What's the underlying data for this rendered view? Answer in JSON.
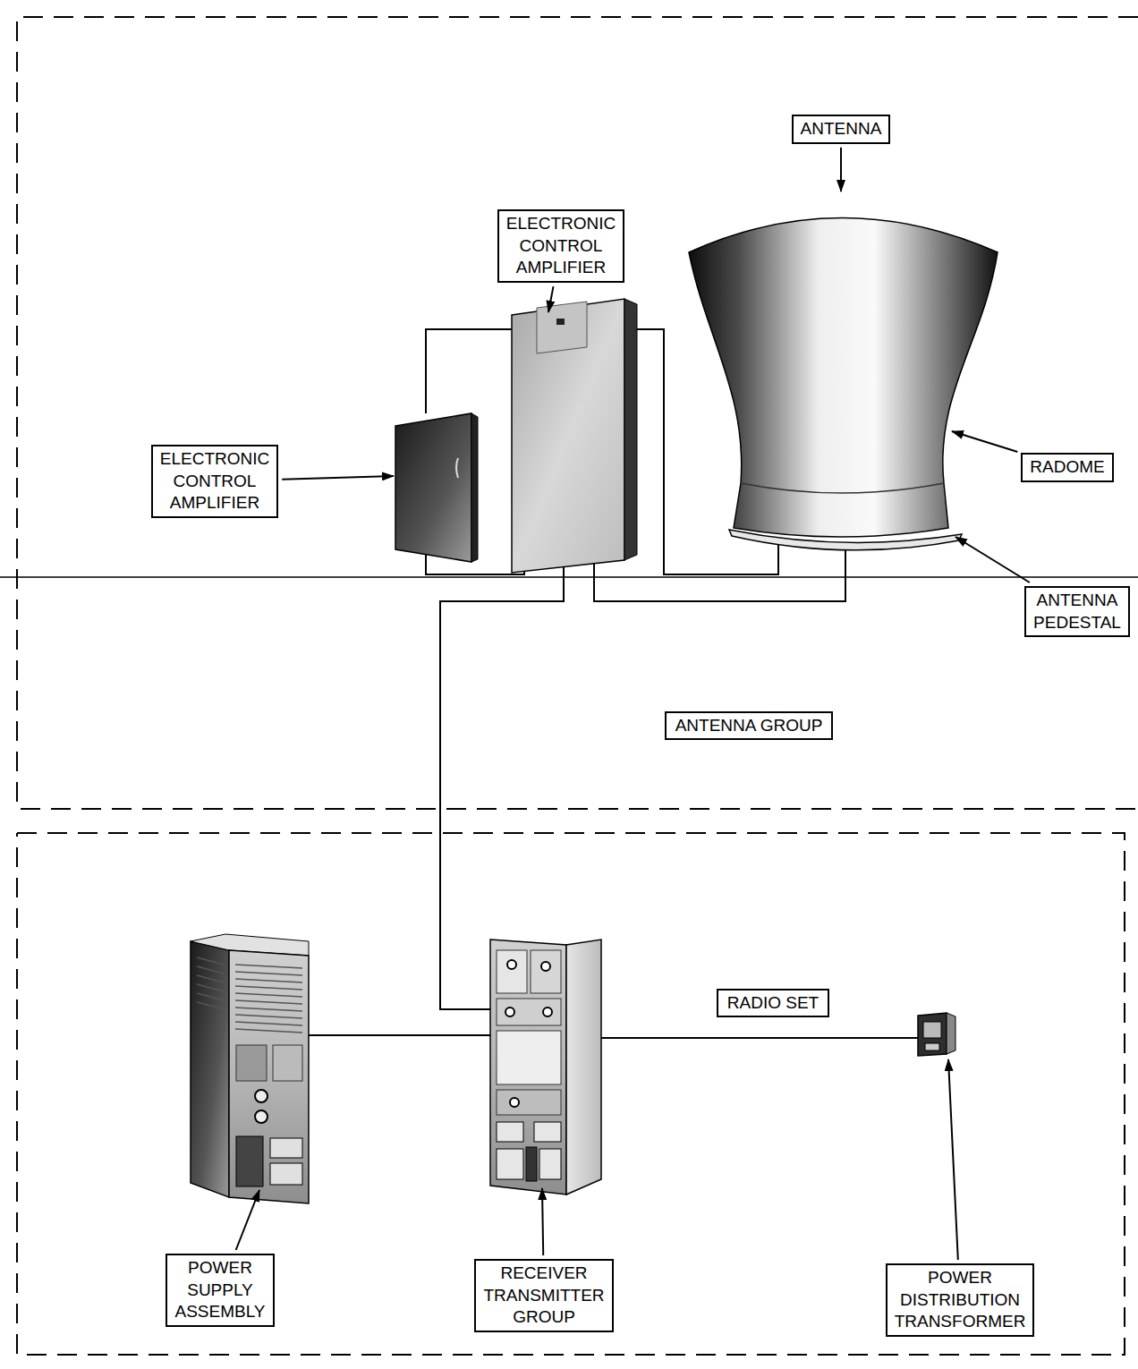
{
  "diagram": {
    "nodes": [
      {
        "text": [
          "ANTENNA GROUP"
        ]
      },
      {
        "text": [
          "ANTENNA"
        ],
        "in": 0
      },
      {
        "text": [
          "ELECTRONIC CONTROL AMPLIFIER"
        ],
        "in": 0
      },
      {
        "text": [
          "ELECTRONIC CONTROL AMPLIFIER"
        ],
        "in": 0
      },
      {
        "text": [
          "RADOME"
        ],
        "in": 0
      },
      {
        "text": [
          "ANTENNA PEDESTAL"
        ],
        "in": 0
      },
      {
        "text": [
          "RADIO SET"
        ]
      },
      {
        "text": [
          "POWER SUPPLY ASSEMBLY"
        ],
        "in": 6
      },
      {
        "text": [
          "RECEIVER TRANSMITTER GROUP"
        ],
        "in": 6
      },
      {
        "text": [
          "POWER DISTRIBUTION TRANSFORMER"
        ],
        "in": 6
      }
    ]
  }
}
